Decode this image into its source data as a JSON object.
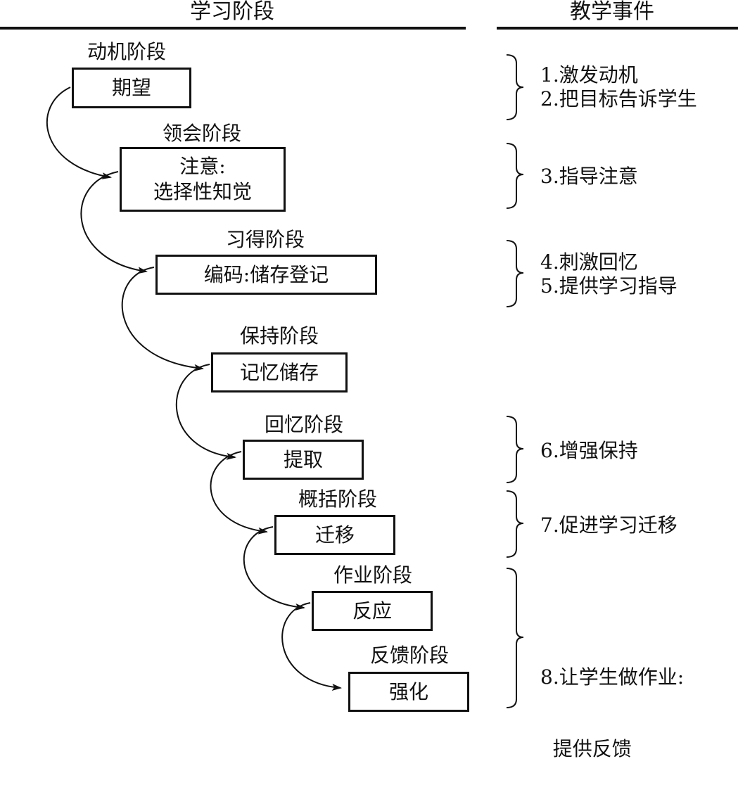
{
  "header": {
    "left": "学习阶段",
    "right": "教学事件"
  },
  "stages": [
    {
      "label": "动机阶段",
      "box_lines": [
        "期望"
      ]
    },
    {
      "label": "领会阶段",
      "box_lines": [
        "注意:",
        "选择性知觉"
      ]
    },
    {
      "label": "习得阶段",
      "box_lines": [
        "编码:储存登记"
      ]
    },
    {
      "label": "保持阶段",
      "box_lines": [
        "记忆储存"
      ]
    },
    {
      "label": "回忆阶段",
      "box_lines": [
        "提取"
      ]
    },
    {
      "label": "概括阶段",
      "box_lines": [
        "迁移"
      ]
    },
    {
      "label": "作业阶段",
      "box_lines": [
        "反应"
      ]
    },
    {
      "label": "反馈阶段",
      "box_lines": [
        "强化"
      ]
    }
  ],
  "events": [
    {
      "lines": [
        "1.激发动机",
        "2.把目标告诉学生"
      ]
    },
    {
      "lines": [
        "3.指导注意"
      ]
    },
    {
      "lines": [
        "4.刺激回忆",
        "5.提供学习指导"
      ]
    },
    {
      "lines": [
        "6.增强保持"
      ]
    },
    {
      "lines": [
        "7.促进学习迁移"
      ]
    },
    {
      "lines": [
        "8.让学生做作业:",
        "  提供反馈"
      ]
    }
  ]
}
